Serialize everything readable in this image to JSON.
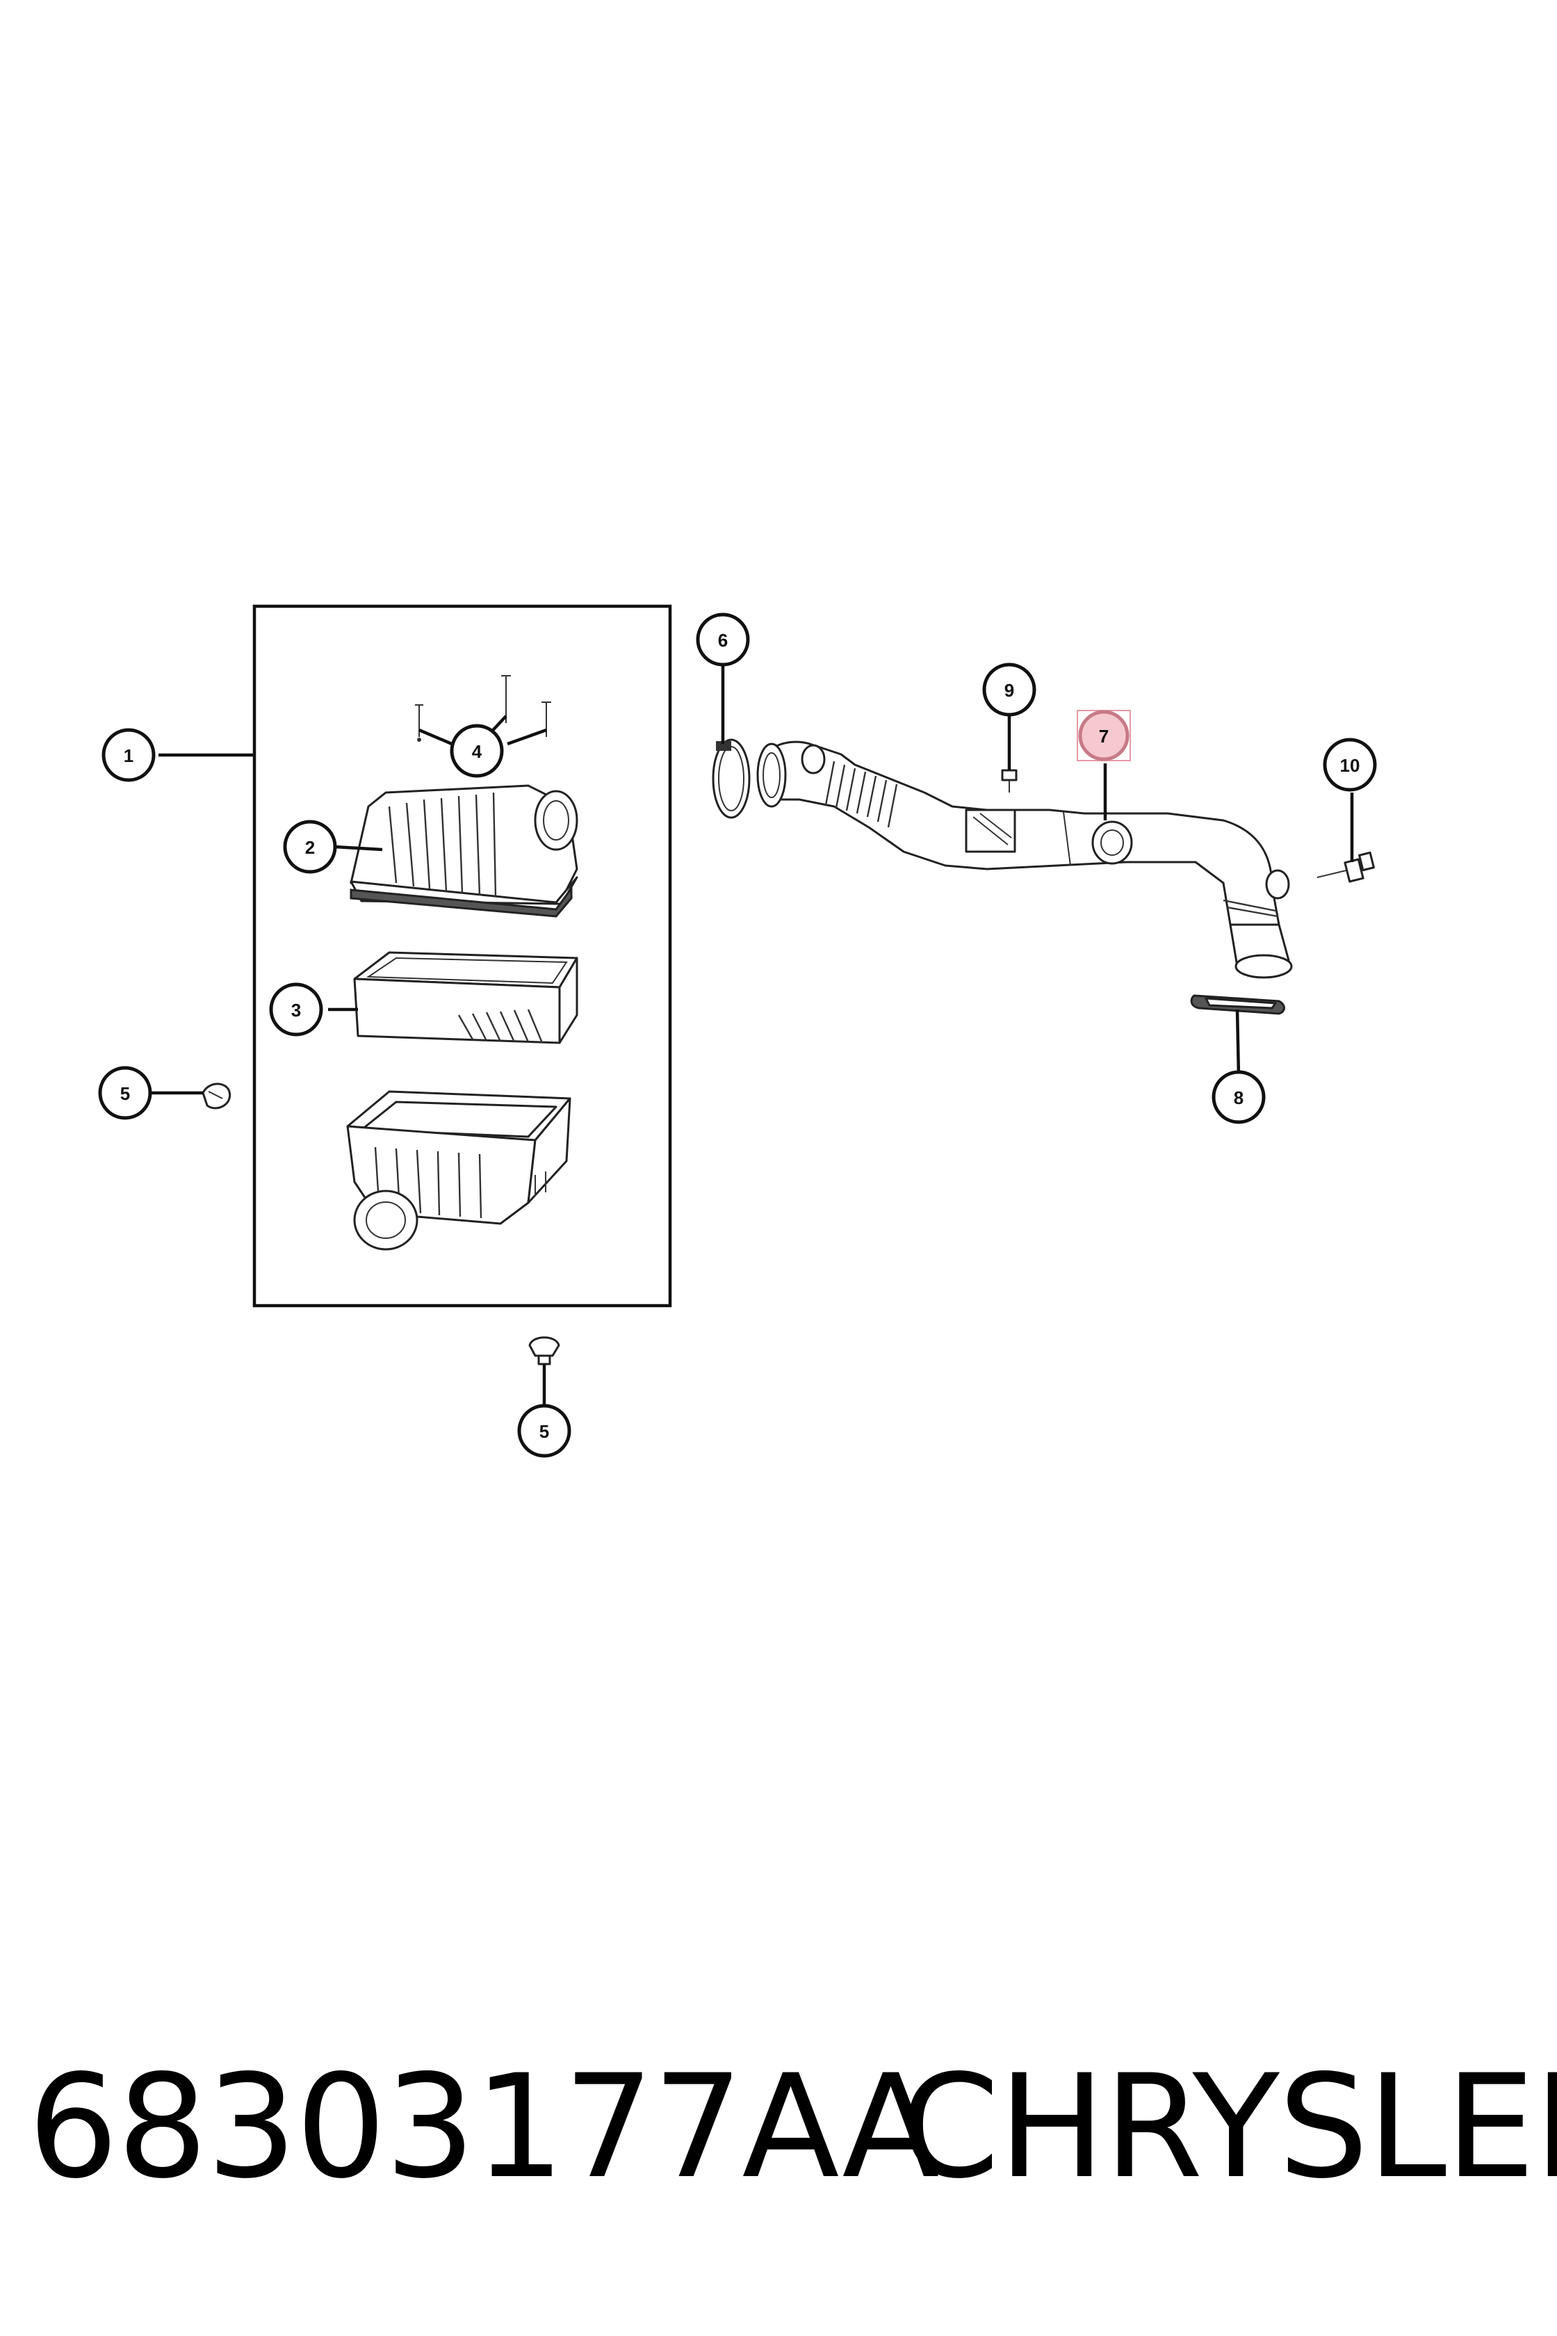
{
  "callouts": {
    "c1": "1",
    "c2": "2",
    "c3": "3",
    "c4": "4",
    "c5a": "5",
    "c5b": "5",
    "c6": "6",
    "c7": "7",
    "c8": "8",
    "c9": "9",
    "c10": "10"
  },
  "footer": {
    "part_number": "68303177AA",
    "brand": "CHRYSLER"
  },
  "colors": {
    "highlight_fill": "#f6c9cf",
    "line": "#111111"
  },
  "icons": [
    "air-cleaner-cover",
    "air-filter",
    "air-cleaner-housing",
    "screw",
    "grommet",
    "hose-clamp",
    "air-inlet-duct",
    "seal",
    "bolt",
    "sensor"
  ]
}
